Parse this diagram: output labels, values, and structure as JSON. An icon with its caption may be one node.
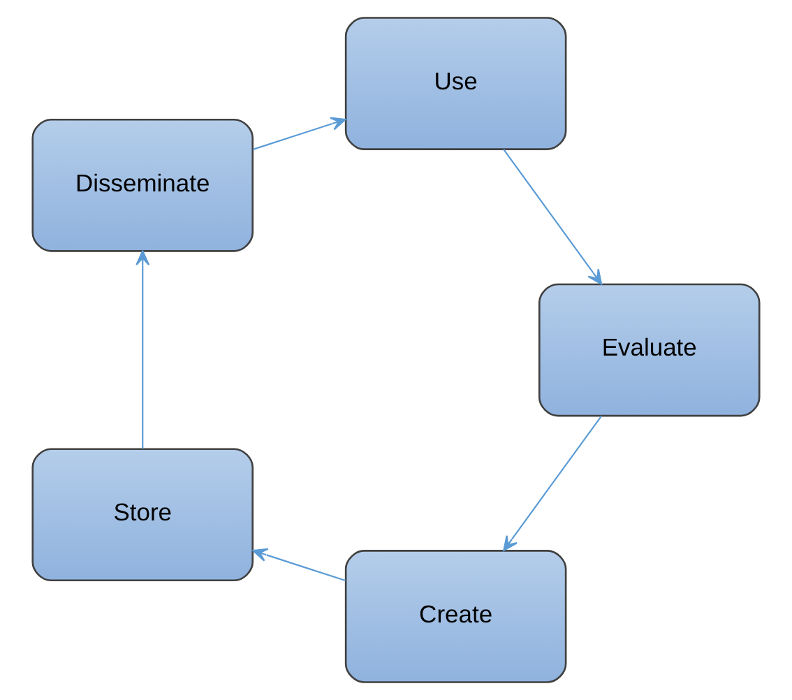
{
  "diagram": {
    "nodes": [
      {
        "text": [
          "Create"
        ]
      },
      {
        "text": [
          "Store"
        ]
      },
      {
        "text": [
          "Disseminate"
        ]
      },
      {
        "text": [
          "Use"
        ]
      },
      {
        "text": [
          "Evaluate"
        ]
      }
    ],
    "edges": [
      {
        "from": 0,
        "to": 1,
        "arrow": "to"
      },
      {
        "from": 1,
        "to": 2,
        "arrow": "to"
      },
      {
        "from": 2,
        "to": 3,
        "arrow": "to"
      },
      {
        "from": 3,
        "to": 4,
        "arrow": "to"
      },
      {
        "from": 4,
        "to": 0,
        "arrow": "to"
      }
    ]
  }
}
